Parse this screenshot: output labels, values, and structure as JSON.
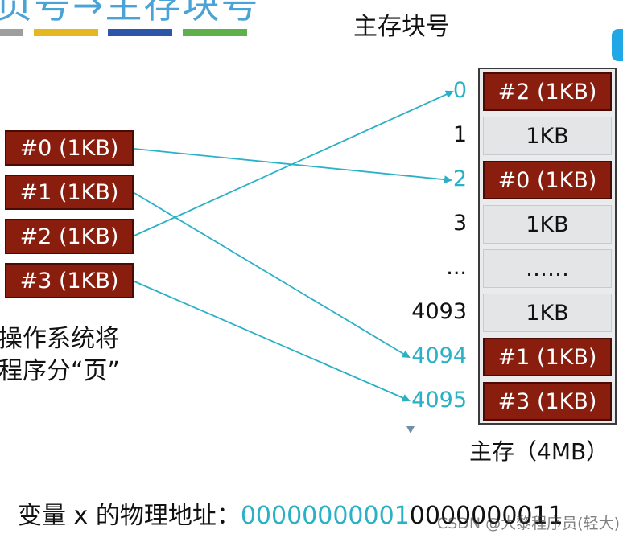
{
  "header": {
    "title_fragment": "页号→主存块号"
  },
  "legend_colors": [
    "#9e9e9e",
    "#e3b820",
    "#2c56a8",
    "#5fb04a"
  ],
  "main_memory": {
    "axis_title": "主存块号",
    "caption": "主存（4MB）",
    "blocks": [
      {
        "number": "0",
        "label": "#2 (1KB)",
        "highlight": true
      },
      {
        "number": "1",
        "label": "1KB",
        "highlight": false
      },
      {
        "number": "2",
        "label": "#0 (1KB)",
        "highlight": true
      },
      {
        "number": "3",
        "label": "1KB",
        "highlight": false
      },
      {
        "number": "...",
        "label": "……",
        "highlight": false
      },
      {
        "number": "4093",
        "label": "1KB",
        "highlight": false
      },
      {
        "number": "4094",
        "label": "#1 (1KB)",
        "highlight": true
      },
      {
        "number": "4095",
        "label": "#3 (1KB)",
        "highlight": true
      }
    ]
  },
  "pages": [
    {
      "label": "#0 (1KB)",
      "maps_to": 2
    },
    {
      "label": "#1 (1KB)",
      "maps_to": 6
    },
    {
      "label": "#2 (1KB)",
      "maps_to": 0
    },
    {
      "label": "#3 (1KB)",
      "maps_to": 7
    }
  ],
  "os_note": {
    "line1": "操作系统将",
    "line2": "程序分“页”"
  },
  "physical_address": {
    "label": "变量 x 的物理地址：",
    "high_bits": "00000000001",
    "low_bits": "0000000011"
  },
  "watermark": "CSDN @大黎程序员(轻大)",
  "colors": {
    "page_fill": "#8a1e0e",
    "arrow": "#2ab1c6",
    "cell_gray": "#e3e5e7"
  }
}
